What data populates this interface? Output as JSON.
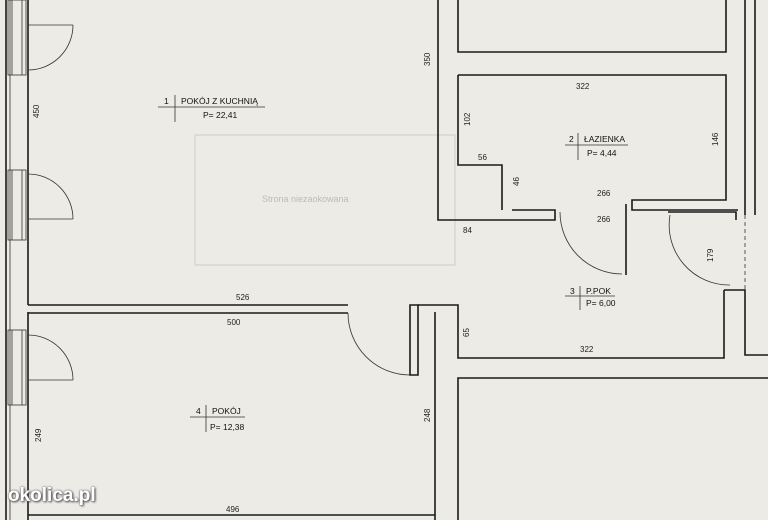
{
  "rooms": [
    {
      "number": "1",
      "name": "POKÓJ Z KUCHNIĄ",
      "area": "P= 22,41"
    },
    {
      "number": "2",
      "name": "ŁAZIENKA",
      "area": "P= 4,44"
    },
    {
      "number": "3",
      "name": "P.POK",
      "area": "P= 6,00"
    },
    {
      "number": "4",
      "name": "POKÓJ",
      "area": "P= 12,38"
    }
  ],
  "dimensions": {
    "d450": "450",
    "d350": "350",
    "d322_top": "322",
    "d102": "102",
    "d146": "146",
    "d56": "56",
    "d46": "46",
    "d84": "84",
    "d266_a": "266",
    "d266_b": "266",
    "d179": "179",
    "d526": "526",
    "d500": "500",
    "d65": "65",
    "d322_bottom": "322",
    "d249": "249",
    "d248": "248",
    "d496": "496"
  },
  "faint_stamp_text": "Strona niezaokowana",
  "watermark": "okolica.pl"
}
